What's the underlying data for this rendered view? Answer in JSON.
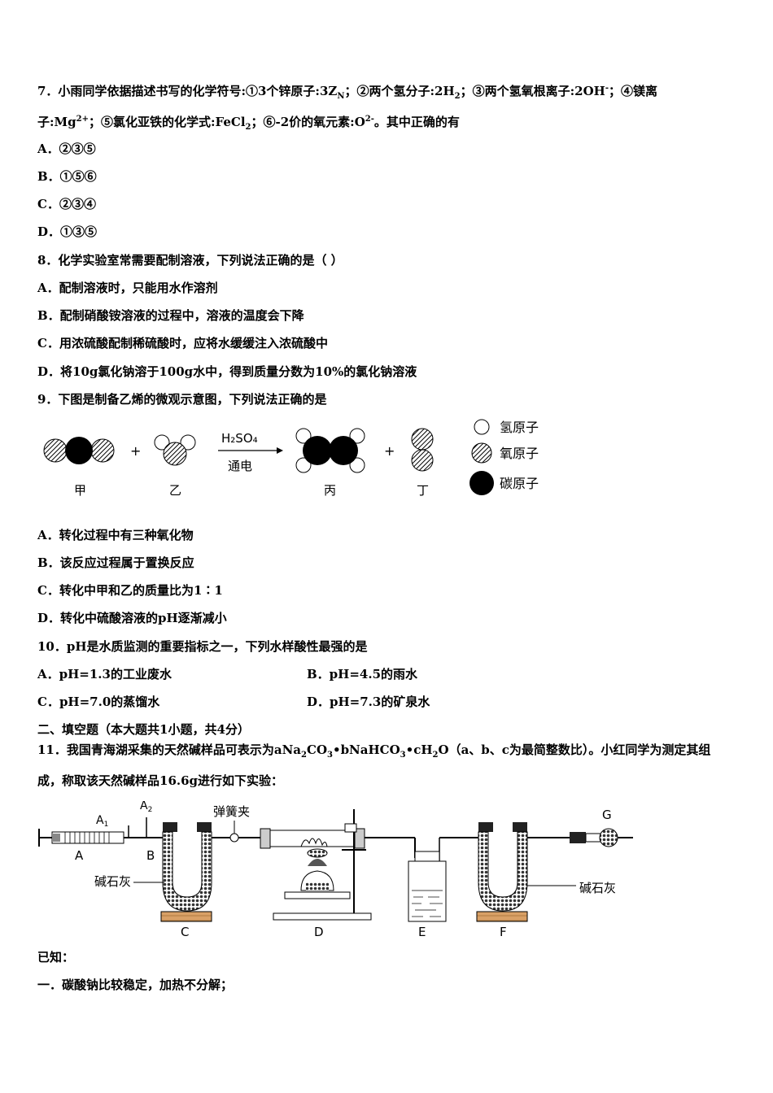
{
  "q7": {
    "stem_1": "7．小雨同学依据描述书写的化学符号:①3个锌原子:3Z",
    "stem_1_sub": "N",
    "stem_1b": "；②两个氢分子:2H",
    "stem_1b_sub": "2",
    "stem_1c": "；③两个氢氧根离子:2OH",
    "stem_1c_sup": "-",
    "stem_1d": "；④镁离",
    "stem_2": "子:Mg",
    "stem_2_sup": "2+",
    "stem_2b": "；⑤氯化亚铁的化学式:FeCl",
    "stem_2b_sub": "2",
    "stem_2c": "；⑥-2价的氧元素:O",
    "stem_2c_sup": "2-",
    "stem_2d": "。其中正确的有",
    "options": [
      "A．②③⑤",
      "B．①⑤⑥",
      "C．②③④",
      "D．①③⑤"
    ]
  },
  "q8": {
    "stem": "8．化学实验室常需要配制溶液，下列说法正确的是（ ）",
    "options": [
      "A．配制溶液时，只能用水作溶剂",
      "B．配制硝酸铵溶液的过程中，溶液的温度会下降",
      "C．用浓硫酸配制稀硫酸时，应将水缓缓注入浓硫酸中",
      "D．将10g氯化钠溶于100g水中，得到质量分数为10%的氯化钠溶液"
    ]
  },
  "q9": {
    "stem": "9．下图是制备乙烯的微观示意图，下列说法正确的是",
    "diagram": {
      "labels": [
        "甲",
        "乙",
        "丙",
        "丁"
      ],
      "plus": "+",
      "catalyst_top": "H₂SO₄",
      "catalyst_bottom": "通电",
      "legend": [
        "氢原子",
        "氧原子",
        "碳原子"
      ]
    },
    "options": [
      "A．转化过程中有三种氧化物",
      "B．该反应过程属于置换反应",
      "C．转化中甲和乙的质量比为1∶1",
      "D．转化中硫酸溶液的pH逐渐减小"
    ]
  },
  "q10": {
    "stem": "10．pH是水质监测的重要指标之一，下列水样酸性最强的是",
    "options": [
      "A．pH=1.3的工业废水",
      "B．pH=4.5的雨水",
      "C．pH=7.0的蒸馏水",
      "D．pH=7.3的矿泉水"
    ]
  },
  "section2": "二、填空题（本大题共1小题，共4分）",
  "q11": {
    "stem_1a": "11．我国青海湖采集的天然碱样品可表示为aNa",
    "stem_1b": "CO",
    "stem_1c": "•bNaHCO",
    "stem_1d": "•cH",
    "stem_1e": "O（a、b、c为最简整数比）。小红同学为测定其组",
    "sub2": "2",
    "sub3": "3",
    "stem_2": "成，称取该天然碱样品16.6g进行如下实验：",
    "apparatus": {
      "labels": [
        "A",
        "B",
        "C",
        "D",
        "E",
        "F",
        "G"
      ],
      "valves": [
        "A",
        "A"
      ],
      "valve_subs": [
        "1",
        "2"
      ],
      "clip": "弹簧夹",
      "soda_lime": "碱石灰"
    }
  },
  "known": "已知：",
  "known_1": "一．碳酸钠比较稳定，加热不分解；"
}
